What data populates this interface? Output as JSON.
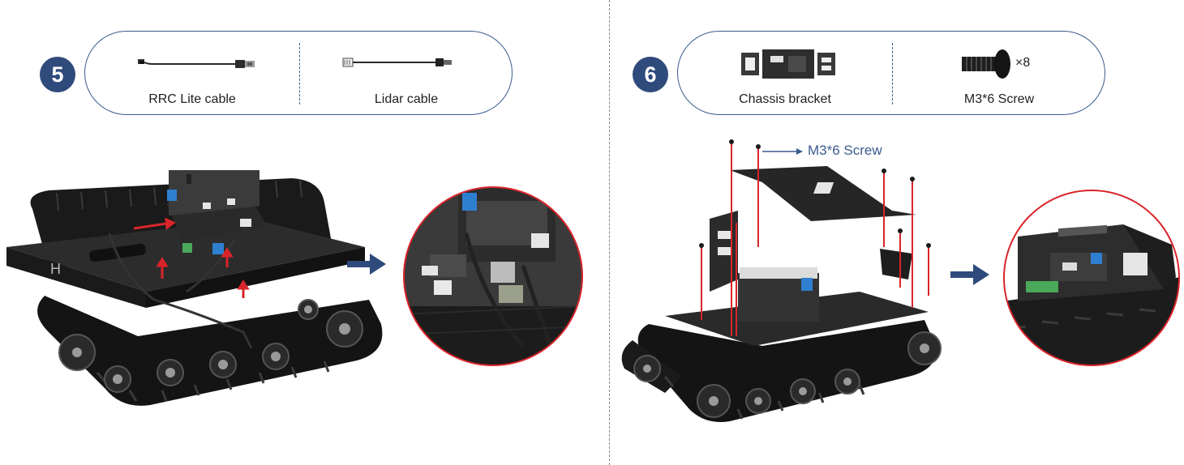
{
  "step5": {
    "number": "5",
    "parts": [
      {
        "label": "RRC Lite cable",
        "icon": "usb-cable-icon"
      },
      {
        "label": "Lidar cable",
        "icon": "lidar-cable-icon"
      }
    ]
  },
  "step6": {
    "number": "6",
    "parts": [
      {
        "label": "Chassis bracket",
        "icon": "chassis-bracket-icon"
      },
      {
        "label": "M3*6 Screw",
        "icon": "screw-icon",
        "quantity": "×8"
      }
    ],
    "callout": "M3*6 Screw"
  },
  "colors": {
    "accent": "#2f4b7c",
    "outline": "#3a5b8e",
    "highlight": "#d9252a"
  }
}
